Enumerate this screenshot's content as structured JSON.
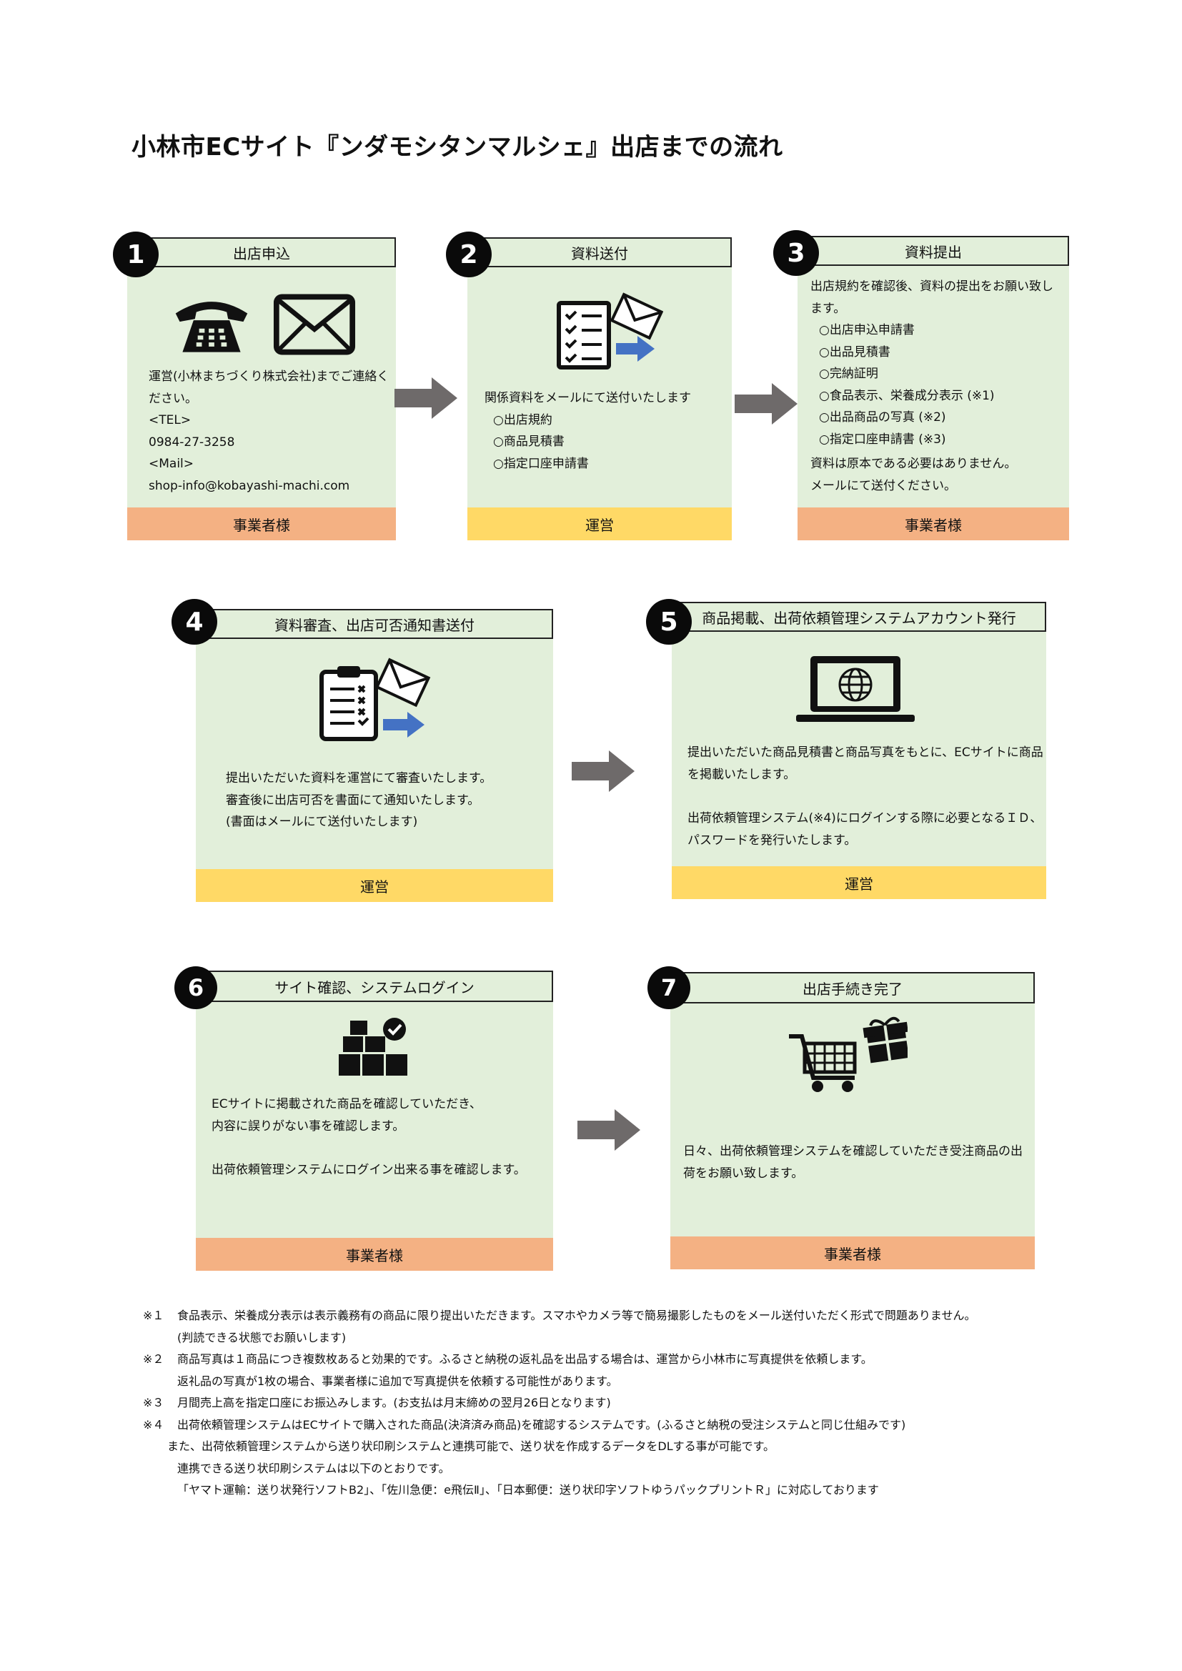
{
  "title": "小林市ECサイト『ンダモシタンマルシェ』出店までの流れ",
  "steps": [
    {
      "num": "1",
      "header": "出店申込",
      "footer": "事業者様",
      "lines": [
        "運営(小林まちづくり株式会社)までご連絡く",
        "ださい。",
        "<TEL>",
        "0984-27-3258",
        "<Mail>",
        "shop-info@kobayashi-machi.com"
      ],
      "icons": [
        "telephone-icon",
        "envelope-icon"
      ]
    },
    {
      "num": "2",
      "header": "資料送付",
      "footer": "運営",
      "lines": [
        "関係資料をメールにて送付いたします",
        "○出店規約",
        "○商品見積書",
        "○指定口座申請書"
      ],
      "icons": [
        "checklist-send-icon"
      ]
    },
    {
      "num": "3",
      "header": "資料提出",
      "footer": "事業者様",
      "lines": [
        "出店規約を確認後、資料の提出をお願い致し",
        "ます。",
        "○出店申込申請書",
        "○出品見積書",
        "○完納証明",
        "○食品表示、栄養成分表示 (※1)",
        "○出品商品の写真 (※2)",
        "○指定口座申請書 (※3)"
      ],
      "lines2": [
        "資料は原本である必要はありません。",
        "メールにて送付ください。"
      ]
    },
    {
      "num": "4",
      "header": "資料審査、出店可否通知書送付",
      "footer": "運営",
      "lines": [
        "提出いただいた資料を運営にて審査いたします。",
        "審査後に出店可否を書面にて通知いたします。",
        "(書面はメールにて送付いたします)"
      ],
      "icons": [
        "clipboard-send-icon"
      ]
    },
    {
      "num": "5",
      "header": "商品掲載、出荷依頼管理システムアカウント発行",
      "footer": "運営",
      "lines": [
        "提出いただいた商品見積書と商品写真をもとに、ECサイトに商品",
        "を掲載いたします。"
      ],
      "lines2": [
        "出荷依頼管理システム(※4)にログインする際に必要となるＩＤ、",
        "パスワードを発行いたします。"
      ],
      "icons": [
        "laptop-globe-icon"
      ]
    },
    {
      "num": "6",
      "header": "サイト確認、システムログイン",
      "footer": "事業者様",
      "lines": [
        "ECサイトに掲載された商品を確認していただき、",
        "内容に誤りがない事を確認します。"
      ],
      "lines2": [
        "出荷依頼管理システムにログイン出来る事を確認します。"
      ],
      "icons": [
        "boxes-check-icon"
      ]
    },
    {
      "num": "7",
      "header": "出店手続き完了",
      "footer": "事業者様",
      "lines": [
        "日々、出荷依頼管理システムを確認していただき受注商品の出",
        "荷をお願い致します。"
      ],
      "icons": [
        "cart-gift-icon"
      ]
    }
  ],
  "notes": [
    {
      "mark": "※１",
      "text": "食品表示、栄養成分表示は表示義務有の商品に限り提出いただきます。スマホやカメラ等で簡易撮影したものをメール送付いただく形式で問題ありません。"
    },
    {
      "mark": "",
      "text": "(判読できる状態でお願いします)"
    },
    {
      "mark": "※２",
      "text": "商品写真は１商品につき複数枚あると効果的です。ふるさと納税の返礼品を出品する場合は、運営から小林市に写真提供を依頼します。"
    },
    {
      "mark": "",
      "text": "返礼品の写真が1枚の場合、事業者様に追加で写真提供を依頼する可能性があります。"
    },
    {
      "mark": "※３",
      "text": "月間売上高を指定口座にお振込みします。(お支払は月末締めの翌月26日となります)"
    },
    {
      "mark": "※４",
      "text": "出荷依頼管理システムはECサイトで購入された商品(決済済み商品)を確認するシステムです。(ふるさと納税の受注システムと同じ仕組みです)"
    },
    {
      "mark": "",
      "text": "また、出荷依頼管理システムから送り状印刷システムと連携可能で、送り状を作成するデータをDLする事が可能です。"
    },
    {
      "mark": "",
      "text": "連携できる送り状印刷システムは以下のとおりです。"
    },
    {
      "mark": "",
      "text": "「ヤマト運輸：送り状発行ソフトB2」、「佐川急便：e飛伝Ⅱ」、「日本郵便：送り状印字ソフトゆうパックプリントＲ」に対応しております"
    }
  ],
  "colors": {
    "card": "#e2efda",
    "business_footer": "#f4b183",
    "operator_footer": "#ffd966",
    "arrow": "#6e6a6a",
    "accent_arrow": "#4472c4"
  }
}
